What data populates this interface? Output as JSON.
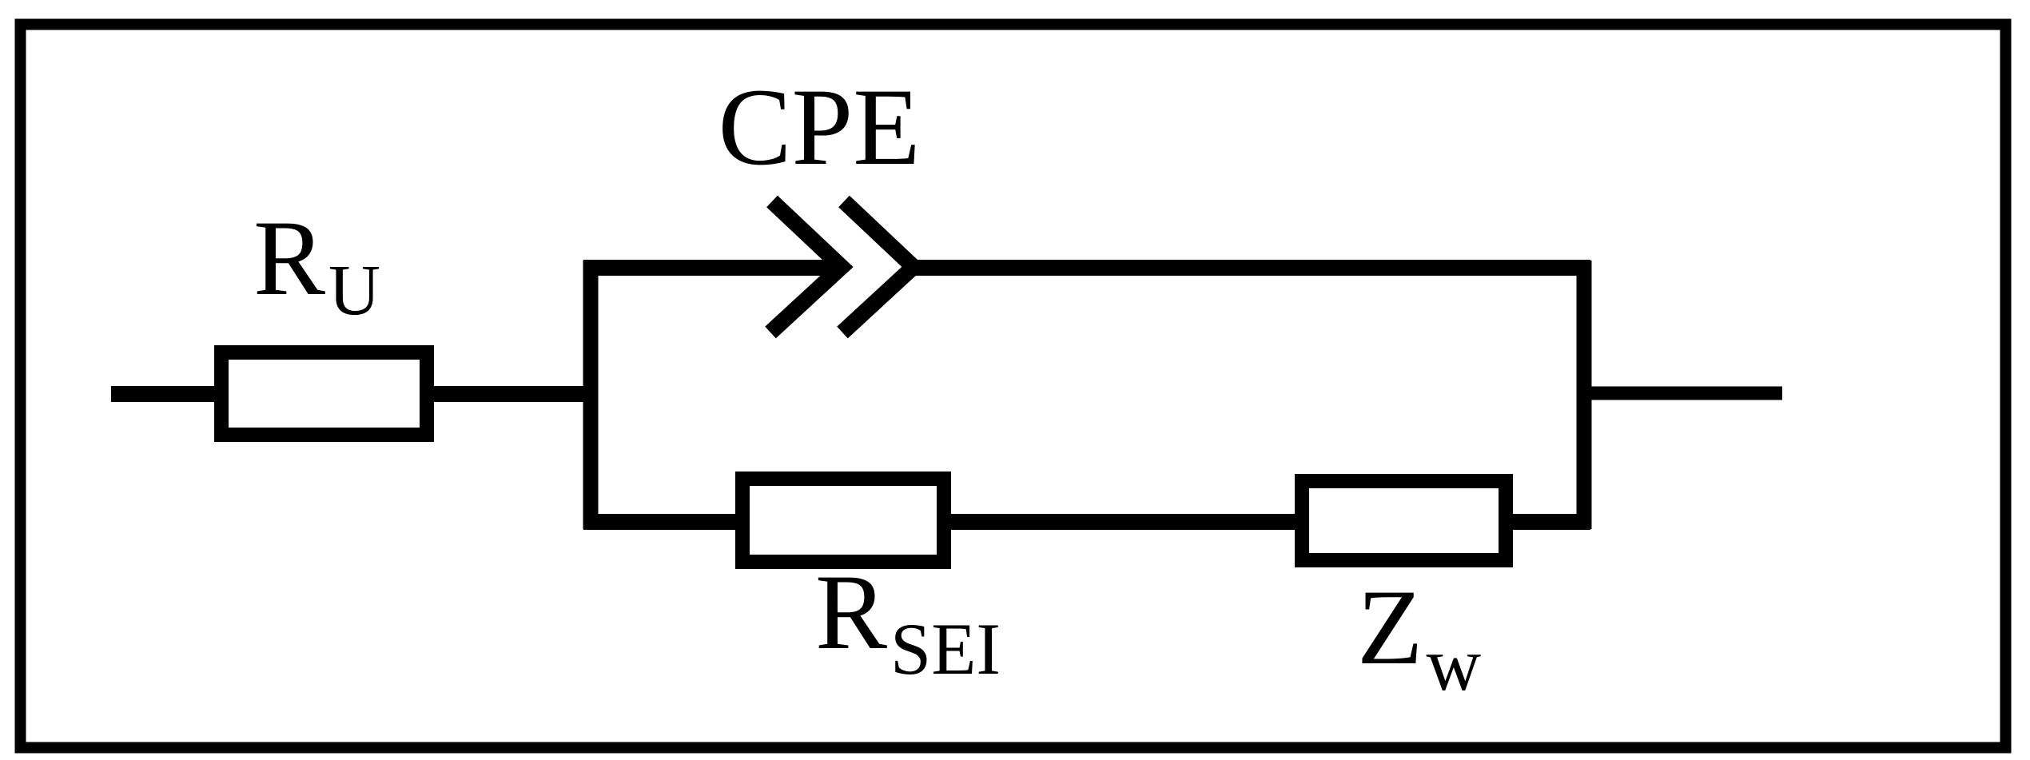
{
  "figure": {
    "background_color": "#ffffff",
    "line_color": "#000000",
    "components": {
      "cpe": {
        "label": "CPE"
      },
      "r_u": {
        "symbol": "R",
        "subscript": "U"
      },
      "r_sei": {
        "symbol": "R",
        "subscript": "SEI"
      },
      "z_w": {
        "symbol": "Z",
        "subscript": "w"
      }
    }
  }
}
